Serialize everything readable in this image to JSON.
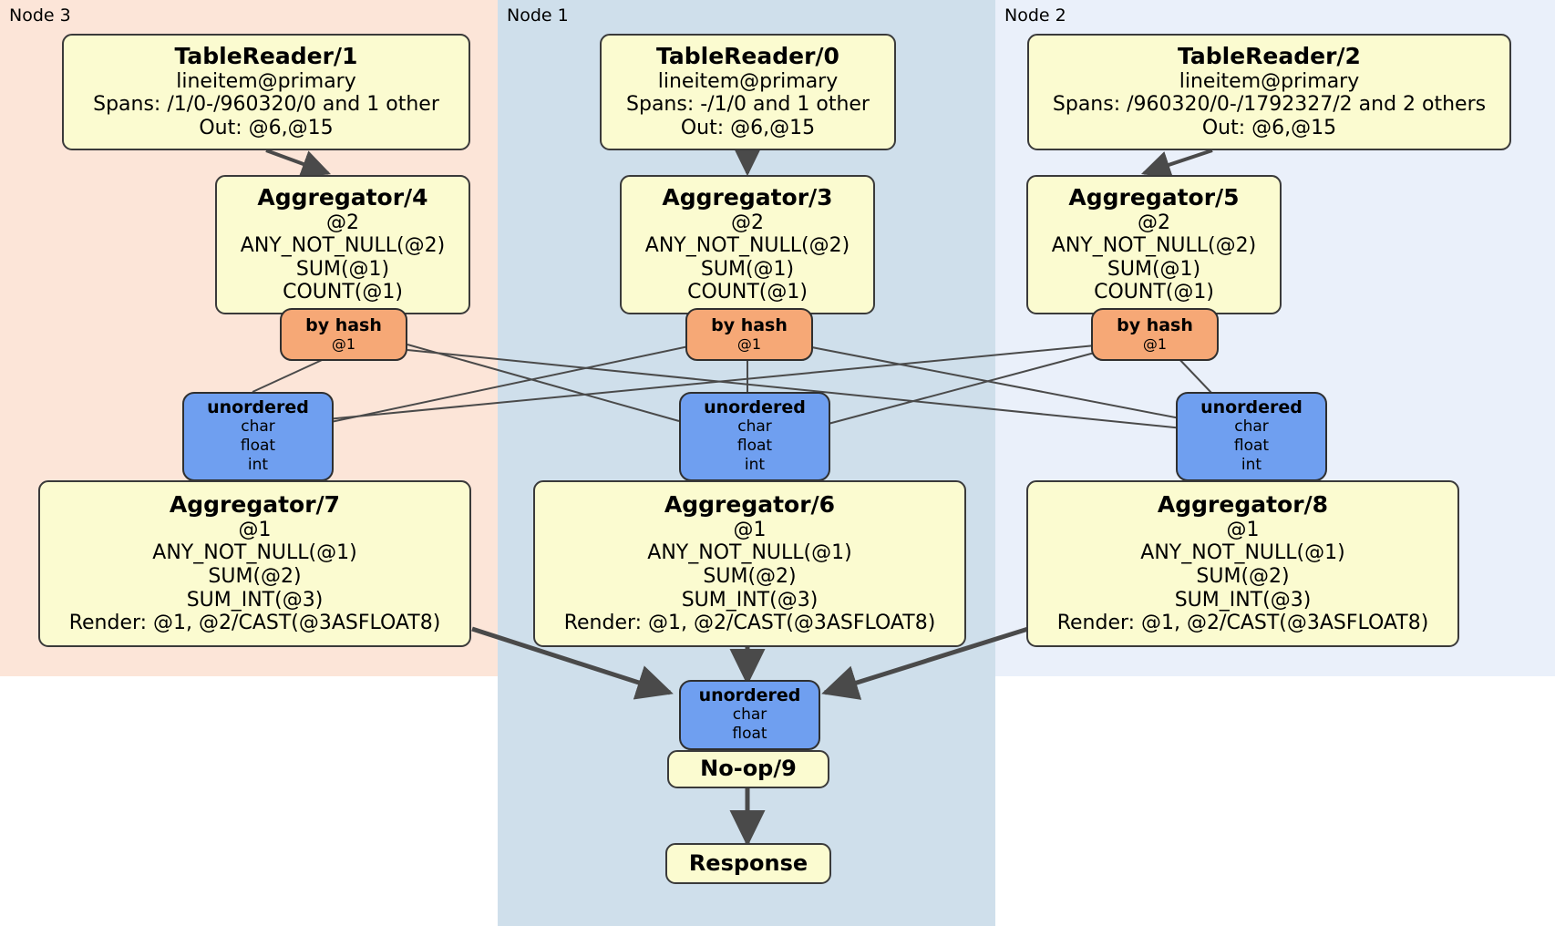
{
  "diagram": {
    "type": "distributed-query-plan",
    "colors": {
      "node3_bg": "#fce5d8",
      "node1_bg": "#cfdfeb",
      "node2_bg": "#eaf0fa",
      "processor_fill": "#fbfbd0",
      "router_fill": "#f6a876",
      "receiver_fill": "#6f9ff0",
      "stroke": "#3a3a3a"
    },
    "panels": [
      {
        "label": "Node 3"
      },
      {
        "label": "Node 1"
      },
      {
        "label": "Node 2"
      }
    ],
    "nodes": {
      "tablereader1": {
        "title": "TableReader/1",
        "lines": [
          "lineitem@primary",
          "Spans: /1/0-/960320/0 and 1 other",
          "Out: @6,@15"
        ]
      },
      "tablereader0": {
        "title": "TableReader/0",
        "lines": [
          "lineitem@primary",
          "Spans: -/1/0 and 1 other",
          "Out: @6,@15"
        ]
      },
      "tablereader2": {
        "title": "TableReader/2",
        "lines": [
          "lineitem@primary",
          "Spans: /960320/0-/1792327/2 and 2 others",
          "Out: @6,@15"
        ]
      },
      "aggregator4": {
        "title": "Aggregator/4",
        "lines": [
          "@2",
          "ANY_NOT_NULL(@2)",
          "SUM(@1)",
          "COUNT(@1)"
        ]
      },
      "aggregator3": {
        "title": "Aggregator/3",
        "lines": [
          "@2",
          "ANY_NOT_NULL(@2)",
          "SUM(@1)",
          "COUNT(@1)"
        ]
      },
      "aggregator5": {
        "title": "Aggregator/5",
        "lines": [
          "@2",
          "ANY_NOT_NULL(@2)",
          "SUM(@1)",
          "COUNT(@1)"
        ]
      },
      "router_left": {
        "title": "by hash",
        "lines": [
          "@1"
        ]
      },
      "router_mid": {
        "title": "by hash",
        "lines": [
          "@1"
        ]
      },
      "router_right": {
        "title": "by hash",
        "lines": [
          "@1"
        ]
      },
      "recv_left": {
        "title": "unordered",
        "lines": [
          "char",
          "float",
          "int"
        ]
      },
      "recv_mid": {
        "title": "unordered",
        "lines": [
          "char",
          "float",
          "int"
        ]
      },
      "recv_right": {
        "title": "unordered",
        "lines": [
          "char",
          "float",
          "int"
        ]
      },
      "aggregator7": {
        "title": "Aggregator/7",
        "lines": [
          "@1",
          "ANY_NOT_NULL(@1)",
          "SUM(@2)",
          "SUM_INT(@3)",
          "Render: @1, @2/CAST(@3ASFLOAT8)"
        ]
      },
      "aggregator6": {
        "title": "Aggregator/6",
        "lines": [
          "@1",
          "ANY_NOT_NULL(@1)",
          "SUM(@2)",
          "SUM_INT(@3)",
          "Render: @1, @2/CAST(@3ASFLOAT8)"
        ]
      },
      "aggregator8": {
        "title": "Aggregator/8",
        "lines": [
          "@1",
          "ANY_NOT_NULL(@1)",
          "SUM(@2)",
          "SUM_INT(@3)",
          "Render: @1, @2/CAST(@3ASFLOAT8)"
        ]
      },
      "recv_final": {
        "title": "unordered",
        "lines": [
          "char",
          "float"
        ]
      },
      "noop9": {
        "title": "No-op/9"
      },
      "response": {
        "title": "Response"
      }
    }
  }
}
